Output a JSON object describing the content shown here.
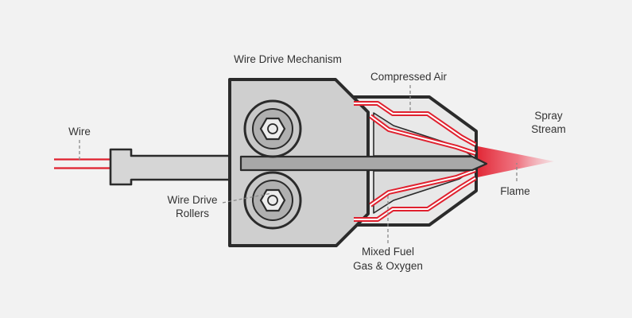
{
  "labels": {
    "wire": "Wire",
    "wire_drive_mechanism": "Wire Drive Mechanism",
    "compressed_air": "Compressed Air",
    "spray_stream_line1": "Spray",
    "spray_stream_line2": "Stream",
    "flame": "Flame",
    "wire_drive_rollers_line1": "Wire Drive",
    "wire_drive_rollers_line2": "Rollers",
    "mixed_fuel_line1": "Mixed Fuel",
    "mixed_fuel_line2": "Gas & Oxygen"
  },
  "colors": {
    "background": "#f2f2f2",
    "outline": "#2b2b2b",
    "body": "#cfcfcf",
    "nozzle": "#e9e9e9",
    "flame_red": "#e0202e",
    "wire_grey": "#a8a8a8"
  }
}
